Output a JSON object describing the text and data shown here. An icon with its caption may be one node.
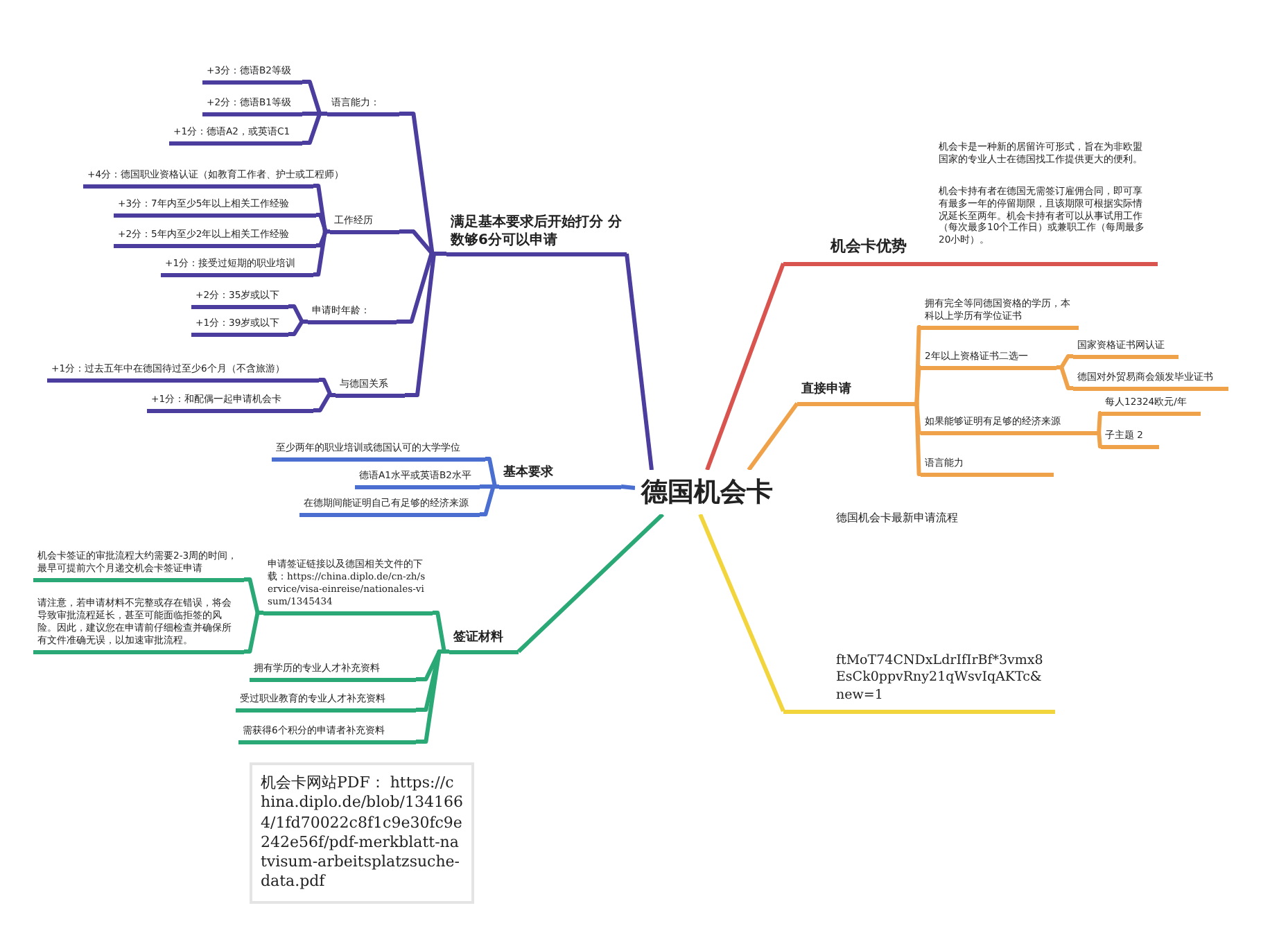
{
  "diagram": {
    "nodes": [
      {
        "text": [
          "德国机会卡"
        ]
      },
      {
        "text": [
          "满足基本要求后开始打分 分数够6分可以申请"
        ]
      },
      {
        "text": [
          "语言能力："
        ]
      },
      {
        "text": [
          "+3分：德语B2等级"
        ]
      },
      {
        "text": [
          "+2分：德语B1等级"
        ]
      },
      {
        "text": [
          "+1分：德语A2，或英语C1"
        ]
      },
      {
        "text": [
          "工作经历"
        ]
      },
      {
        "text": [
          "+4分：德国职业资格认证（如教育工作者、护士或工程师）"
        ]
      },
      {
        "text": [
          "+3分：7年内至少5年以上相关工作经验"
        ]
      },
      {
        "text": [
          "+2分：5年内至少2年以上相关工作经验"
        ]
      },
      {
        "text": [
          "+1分：接受过短期的职业培训"
        ]
      },
      {
        "text": [
          "申请时年龄："
        ]
      },
      {
        "text": [
          "+2分：35岁或以下"
        ]
      },
      {
        "text": [
          "+1分：39岁或以下"
        ]
      },
      {
        "text": [
          "与德国关系"
        ]
      },
      {
        "text": [
          "+1分：过去五年中在德国待过至少6个月（不含旅游）"
        ]
      },
      {
        "text": [
          "+1分：和配偶一起申请机会卡"
        ]
      },
      {
        "text": [
          "基本要求"
        ]
      },
      {
        "text": [
          "至少两年的职业培训或德国认可的大学学位"
        ]
      },
      {
        "text": [
          "德语A1水平或英语B2水平"
        ]
      },
      {
        "text": [
          "在德期间能证明自己有足够的经济来源"
        ]
      },
      {
        "text": [
          "签证材料"
        ]
      },
      {
        "text": [
          "申请签证链接以及德国相关文件的下载：https://china.diplo.de/cn-zh/service/visa-einreise/nationales-visum/1345434"
        ]
      },
      {
        "text": [
          "机会卡签证的审批流程大约需要2-3周的时间，最早可提前六个月递交机会卡签证申请"
        ]
      },
      {
        "text": [
          "请注意，若申请材料不完整或存在错误，将会导致审批流程延长，甚至可能面临拒签的风险。因此，建议您在申请前仔细检查并确保所有文件准确无误，以加速审批流程。"
        ]
      },
      {
        "text": [
          "拥有学历的专业人才补充资料"
        ]
      },
      {
        "text": [
          "受过职业教育的专业人才补充资料"
        ]
      },
      {
        "text": [
          "需获得6个积分的申请者补充资料"
        ]
      },
      {
        "text": [
          "机会卡网站PDF： https://china.diplo.de/blob/1341664/1fd70022c8f1c9e30fc9e242e56f/pdf-merkblatt-natvisum-arbeitsplatzsuche-data.pdf"
        ]
      },
      {
        "text": [
          "机会卡优势",
          "机会卡是一种新的居留许可形式，旨在为非欧盟国家的专业人士在德国找工作提供更大的便利。",
          "机会卡持有者在德国无需签订雇佣合同，即可享有最多一年的停留期限，且该期限可根据实际情况延长至两年。机会卡持有者可以从事试用工作（每次最多10个工作日）或兼职工作（每周最多20小时）。"
        ]
      },
      {
        "text": [
          "直接申请"
        ]
      },
      {
        "text": [
          "拥有完全等同德国资格的学历，本科以上学历有学位证书"
        ]
      },
      {
        "text": [
          "2年以上资格证书二选一"
        ]
      },
      {
        "text": [
          "国家资格证书网认证"
        ]
      },
      {
        "text": [
          "德国对外贸易商会颁发毕业证书"
        ]
      },
      {
        "text": [
          "如果能够证明有足够的经济来源"
        ]
      },
      {
        "text": [
          "每人12324欧元/年"
        ]
      },
      {
        "text": [
          "子主题 2"
        ]
      },
      {
        "text": [
          "语言能力"
        ]
      },
      {
        "text": [
          "德国机会卡最新申请流程",
          "ftMoT74CNDxLdrIfIrBf*3vmx8EsCk0ppvRny21qWsvIqAKTc&new=1"
        ]
      }
    ],
    "edges": [
      {
        "from": 0,
        "to": 1,
        "arrow": "none"
      },
      {
        "from": 1,
        "to": 2,
        "arrow": "none"
      },
      {
        "from": 2,
        "to": 3,
        "arrow": "none"
      },
      {
        "from": 2,
        "to": 4,
        "arrow": "none"
      },
      {
        "from": 2,
        "to": 5,
        "arrow": "none"
      },
      {
        "from": 1,
        "to": 6,
        "arrow": "none"
      },
      {
        "from": 6,
        "to": 7,
        "arrow": "none"
      },
      {
        "from": 6,
        "to": 8,
        "arrow": "none"
      },
      {
        "from": 6,
        "to": 9,
        "arrow": "none"
      },
      {
        "from": 6,
        "to": 10,
        "arrow": "none"
      },
      {
        "from": 1,
        "to": 11,
        "arrow": "none"
      },
      {
        "from": 11,
        "to": 12,
        "arrow": "none"
      },
      {
        "from": 11,
        "to": 13,
        "arrow": "none"
      },
      {
        "from": 1,
        "to": 14,
        "arrow": "none"
      },
      {
        "from": 14,
        "to": 15,
        "arrow": "none"
      },
      {
        "from": 14,
        "to": 16,
        "arrow": "none"
      },
      {
        "from": 0,
        "to": 17,
        "arrow": "none",
        "color": "#4a6fd0"
      },
      {
        "from": 17,
        "to": 18,
        "arrow": "none",
        "color": "#4a6fd0"
      },
      {
        "from": 17,
        "to": 19,
        "arrow": "none",
        "color": "#4a6fd0"
      },
      {
        "from": 17,
        "to": 20,
        "arrow": "none",
        "color": "#4a6fd0"
      },
      {
        "from": 0,
        "to": 21,
        "arrow": "none",
        "color": "#2aa876"
      },
      {
        "from": 21,
        "to": 22,
        "arrow": "none",
        "color": "#2aa876"
      },
      {
        "from": 22,
        "to": 23,
        "arrow": "none",
        "color": "#2aa876"
      },
      {
        "from": 22,
        "to": 24,
        "arrow": "none",
        "color": "#2aa876"
      },
      {
        "from": 21,
        "to": 25,
        "arrow": "none",
        "color": "#2aa876"
      },
      {
        "from": 21,
        "to": 26,
        "arrow": "none",
        "color": "#2aa876"
      },
      {
        "from": 21,
        "to": 27,
        "arrow": "none",
        "color": "#2aa876"
      },
      {
        "from": 0,
        "to": 29,
        "arrow": "none",
        "color": "#d9534f"
      },
      {
        "from": 0,
        "to": 30,
        "arrow": "none",
        "color": "#f0a24a"
      },
      {
        "from": 30,
        "to": 31,
        "arrow": "none",
        "color": "#f0a24a"
      },
      {
        "from": 30,
        "to": 32,
        "arrow": "none",
        "color": "#f0a24a"
      },
      {
        "from": 32,
        "to": 33,
        "arrow": "none",
        "color": "#f0a24a"
      },
      {
        "from": 32,
        "to": 34,
        "arrow": "none",
        "color": "#f0a24a"
      },
      {
        "from": 30,
        "to": 35,
        "arrow": "none",
        "color": "#f0a24a"
      },
      {
        "from": 35,
        "to": 36,
        "arrow": "none",
        "color": "#f0a24a"
      },
      {
        "from": 35,
        "to": 37,
        "arrow": "none",
        "color": "#f0a24a"
      },
      {
        "from": 30,
        "to": 38,
        "arrow": "none",
        "color": "#f0a24a"
      },
      {
        "from": 0,
        "to": 39,
        "arrow": "none",
        "color": "#f2d43c"
      }
    ]
  }
}
